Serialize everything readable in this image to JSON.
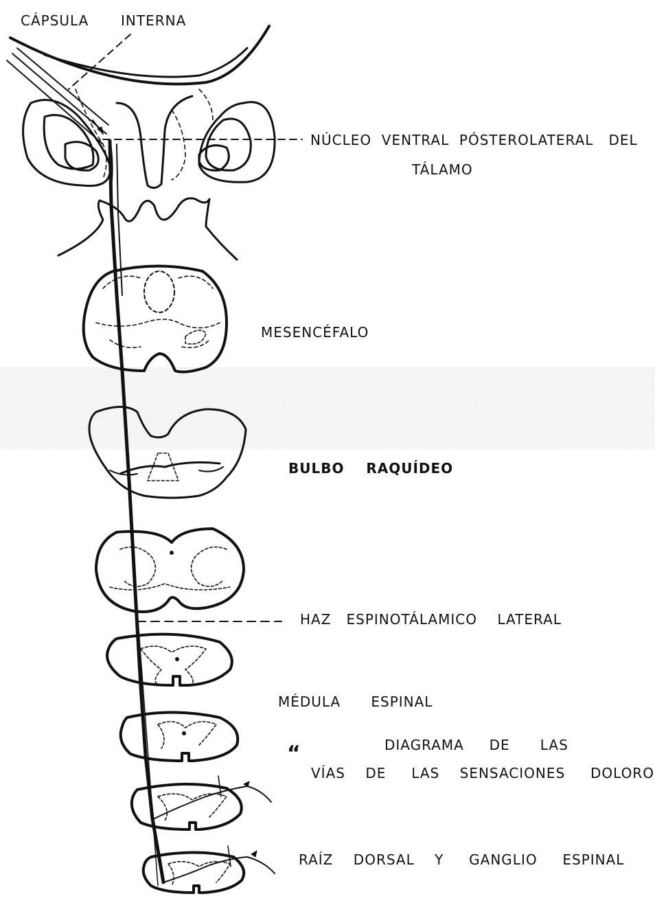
{
  "labels": {
    "capsula": "CÁPSULA",
    "interna": "INTERNA",
    "nucleo": "NÚCLEO  VENTRAL  PÓSTEROLATERAL   DEL",
    "talamo": "TÁLAMO",
    "mesencefalo": "MESENCÉFALO",
    "bulbo": "BULBO    RAQUÍDEO",
    "haz": "HAZ   ESPINOTÁLAMICO    LATERAL",
    "medula": "MÉDULA      ESPINAL",
    "diagrama": "DIAGRAMA     DE      LAS",
    "quote_mark": "“",
    "vias": "VÍAS    DE     LAS    SENSACIONES     DOLORO",
    "raiz": "RAÍZ    DORSAL    Y     GANGLIO     ESPINAL"
  },
  "colors": {
    "ink": "#111111",
    "paper": "#ffffff"
  }
}
